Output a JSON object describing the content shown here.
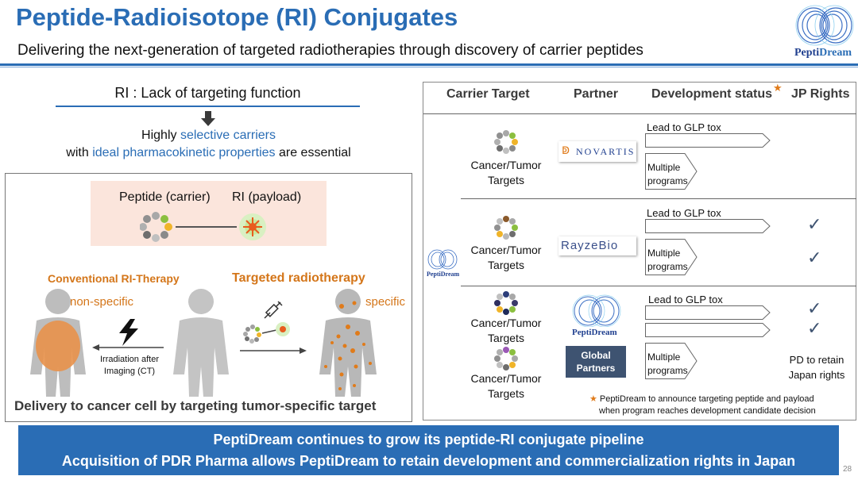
{
  "header": {
    "title": "Peptide-Radioisotope (RI) Conjugates",
    "subtitle": "Delivering the next-generation of targeted radiotherapies through discovery of carrier peptides",
    "logo_text_a": "Pepti",
    "logo_text_b": "Dream"
  },
  "left": {
    "ri_lack": "RI : Lack of targeting function",
    "line1_a": "Highly ",
    "line1_b": "selective carriers",
    "line2_a": "with ",
    "line2_b": "ideal pharmacokinetic properties",
    "line2_c": " are essential",
    "peptide_label": "Peptide (carrier)",
    "ri_label": "RI (payload)",
    "conventional": "Conventional RI-Therapy",
    "targeted": "Targeted radiotherapy",
    "non_specific": "non-specific",
    "specific": "specific",
    "irradiation": "Irradiation after",
    "imaging": "Imaging (CT)",
    "delivery": "Delivery to cancer cell by targeting tumor-specific target"
  },
  "table": {
    "headers": {
      "carrier": "Carrier Target",
      "partner": "Partner",
      "status": "Development status",
      "star": "★",
      "rights": "JP Rights"
    },
    "cancer_line1": "Cancer/Tumor",
    "cancer_line2": "Targets",
    "lead": "Lead to GLP tox",
    "multiple1": "Multiple",
    "multiple2": "programs",
    "novartis": "NOVARTIS",
    "rayze": "RayzeBio",
    "pepti_logo_a": "Pepti",
    "pepti_logo_b": "Dream",
    "global1": "Global",
    "global2": "Partners",
    "pd_retain1": "PD to retain",
    "pd_retain2": "Japan rights",
    "check": "✓",
    "footnote_star": "★",
    "footnote1": " PeptiDream to announce targeting peptide and payload",
    "footnote2": "when program reaches development candidate decision",
    "side_logo_a": "Pepti",
    "side_logo_b": "Dream"
  },
  "banner": {
    "line1": "PeptiDream continues to grow its peptide-RI conjugate pipeline",
    "line2": "Acquisition of PDR Pharma allows PeptiDream to retain development and commercialization rights in Japan"
  },
  "page_number": "28",
  "colors": {
    "brand_blue": "#2a6db5",
    "accent_orange": "#d4761a",
    "star_orange": "#e07b1a",
    "dark_panel": "#3e5371"
  }
}
